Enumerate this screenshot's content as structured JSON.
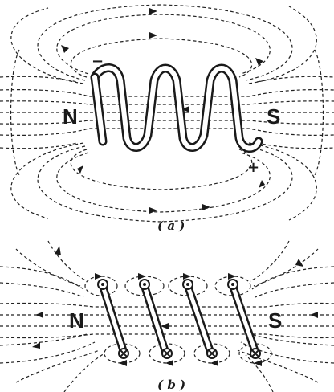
{
  "diagram_a": {
    "pole_north": "N",
    "pole_south": "S",
    "sign_negative": "−",
    "sign_positive": "+",
    "caption": "( a )"
  },
  "diagram_b": {
    "pole_north": "N",
    "pole_south": "S",
    "caption": "( b )"
  }
}
